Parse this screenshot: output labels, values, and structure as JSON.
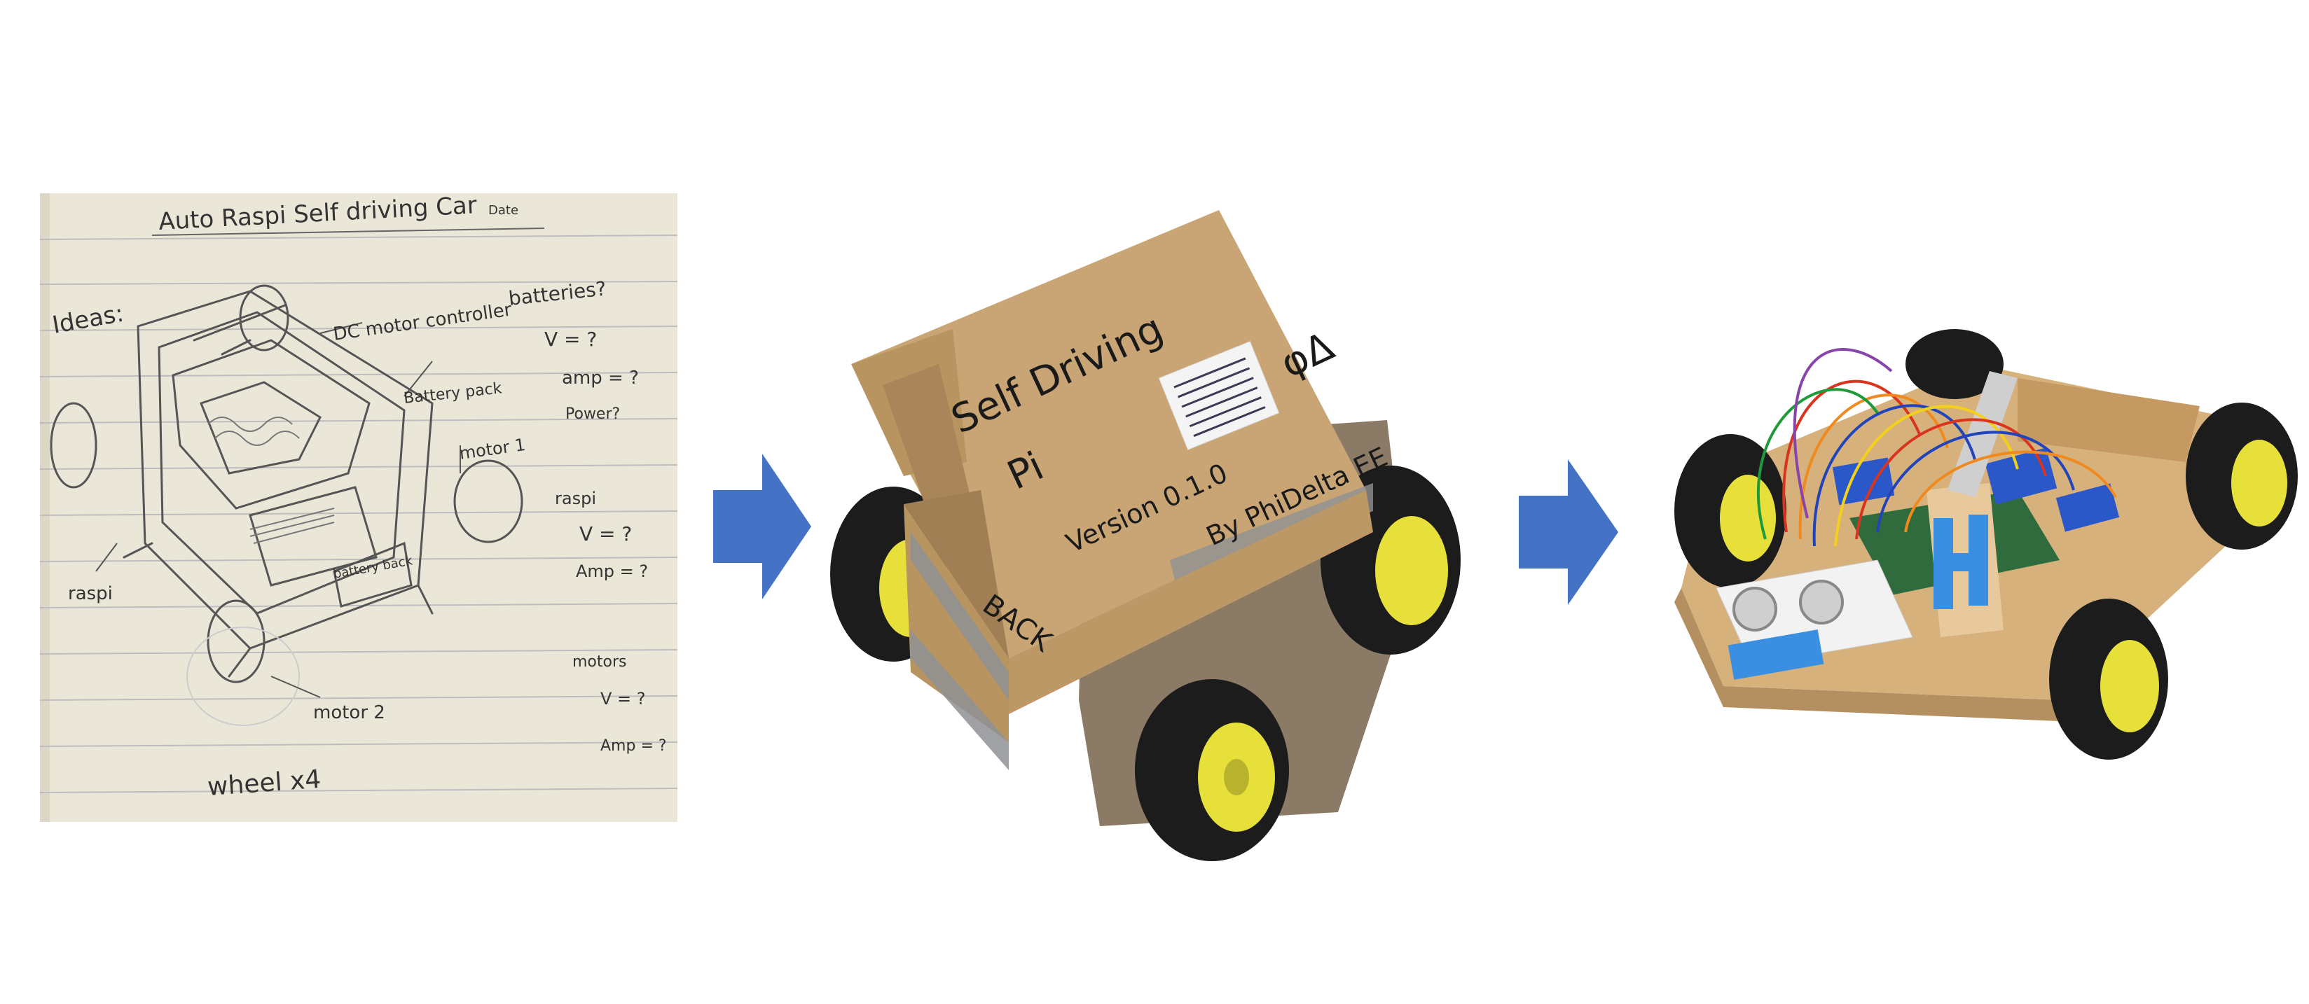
{
  "sketch": {
    "title": "Auto Raspi Self driving Car",
    "date_mark": "Date",
    "ideas": "Ideas:",
    "dc_motor": "DC motor controller",
    "battery_pack": "Battery pack",
    "motor1": "motor 1",
    "raspi": "raspi",
    "battery_back": "battery back",
    "motor2": "motor 2",
    "wheel": "wheel x4",
    "batteries_q": "batteries?",
    "v_q": "V = ?",
    "amp_q": "amp = ?",
    "power_q": "Power?",
    "raspi_head": "raspi",
    "raspi_v": "V = ?",
    "raspi_amp": "Amp = ?",
    "motors_head": "motors",
    "motors_v": "V = ?",
    "motors_amp": "Amp = ?"
  },
  "cardboard_car": {
    "line1": "Self Driving",
    "line2": "Pi",
    "logo": "φΔ",
    "version": "Version 0.1.0",
    "by": "By PhiDelta EE",
    "back": "BACK"
  },
  "colors": {
    "arrow": "#4472c4",
    "cardboard": "#c9a575",
    "cardboard_dark": "#a9865a",
    "tape": "#8e9194",
    "tire": "#1c1c1c",
    "rim": "#e8e03a",
    "paper": "#eeeadb",
    "blue_tape": "#3b8fe0"
  }
}
